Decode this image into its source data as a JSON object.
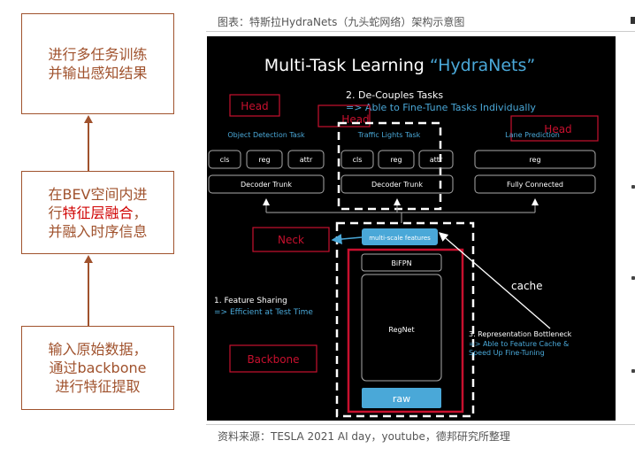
{
  "flow": {
    "top": {
      "lines": [
        "进行多任务训练",
        "并输出感知结果"
      ]
    },
    "middle": {
      "line1": "在BEV空间内进",
      "line2_pre": "行",
      "line2_hl": "特征层融合",
      "line2_post": "，",
      "line3": "并融入时序信息"
    },
    "bottom": {
      "lines": [
        "输入原始数据，",
        "通过backbone",
        "进行特征提取"
      ]
    }
  },
  "caption": "图表：特斯拉HydraNets（九头蛇网络）架构示意图",
  "source": "资料来源：TESLA 2021 AI day，youtube，德邦研究所整理",
  "diagram": {
    "title_main": "Multi-Task Learning",
    "title_quote": "“HydraNets”",
    "decouple_title": "2. De-Couples Tasks",
    "decouple_sub": "=> Able to Fine-Tune Tasks Individually",
    "task_titles": [
      "Object Detection Task",
      "Traffic Lights Task",
      "Lane Prediction"
    ],
    "heads": [
      "cls",
      "reg",
      "attr"
    ],
    "lane_head": "reg",
    "trunks": [
      "Decoder Trunk",
      "Decoder Trunk",
      "Fully Connected"
    ],
    "head_labels": [
      "Head",
      "Head",
      "Head"
    ],
    "neck_label": "Neck",
    "backbone_label": "Backbone",
    "msf": "multi-scale features",
    "bifpn": "BiFPN",
    "regnet": "RegNet",
    "raw": "raw",
    "cache": "cache",
    "feature_sharing_title": "1. Feature Sharing",
    "feature_sharing_sub": "=> Efficient at Test Time",
    "bottleneck_title": "3. Representation Bottleneck",
    "bottleneck_sub1": "=> Able to Feature Cache &",
    "bottleneck_sub2": "Speed Up Fine-Tuning",
    "colors": {
      "accent_blue": "#4aa8d8",
      "red": "#c8102e",
      "gray_box": "#888888"
    }
  }
}
